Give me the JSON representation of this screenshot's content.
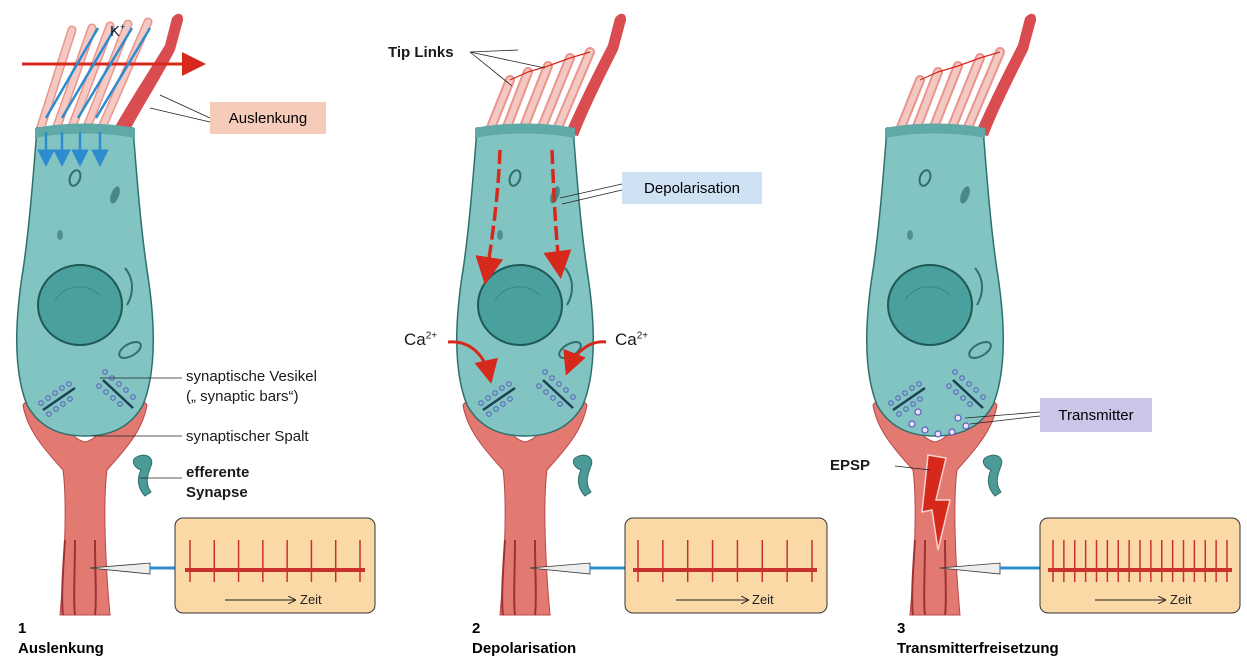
{
  "panels": [
    {
      "number": "1",
      "title": "Auslenkung"
    },
    {
      "number": "2",
      "title": "Depolarisation"
    },
    {
      "number": "3",
      "title": "Transmitterfreisetzung"
    }
  ],
  "labels": {
    "k_ion": "K",
    "k_charge": "+",
    "auslenkung_box": "Auslenkung",
    "vesikel_line1": "synaptische Vesikel",
    "vesikel_line2": "(„ synaptic bars“)",
    "spalt": "synaptischer Spalt",
    "efferente_line1": "efferente",
    "efferente_line2": "Synapse",
    "tip_links": "Tip Links",
    "depolarisation_box": "Depolarisation",
    "ca_ion": "Ca",
    "ca_charge": "2+",
    "transmitter_box": "Transmitter",
    "epsp": "EPSP",
    "zeit": "Zeit"
  },
  "spike_trains": [
    {
      "panel": 1,
      "spike_count": 8
    },
    {
      "panel": 2,
      "spike_count": 8
    },
    {
      "panel": 3,
      "spike_count": 17
    }
  ],
  "colors": {
    "cell_fill": "#82c4c2",
    "cell_stroke": "#2f6f6c",
    "nerve": "#e37a72",
    "nerve_dark": "#b9474a",
    "stereocilia": "#f4b9b2",
    "arrow_red": "#d7281c",
    "arrow_blue": "#2d8cd0",
    "box_pink": "#f7cbb9",
    "box_blue": "#cfe2f3",
    "box_purple": "#cdc4ea",
    "recording_box": "#fbd9a6"
  }
}
